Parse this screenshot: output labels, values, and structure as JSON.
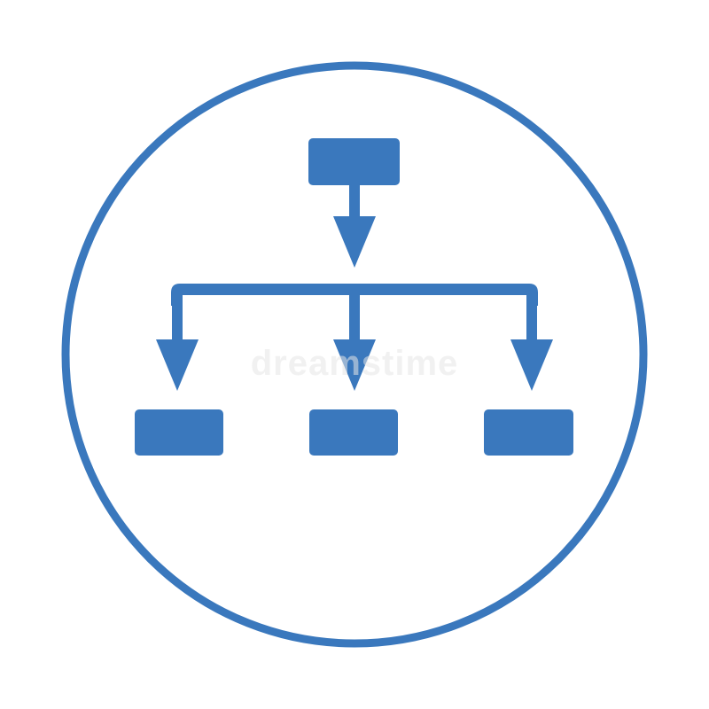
{
  "icon": {
    "name": "hierarchy-org-chart-icon",
    "color": "#3a78bd",
    "background": "#ffffff"
  },
  "diagram": {
    "root_node": "top-box",
    "children": [
      "left-box",
      "middle-box",
      "right-box"
    ]
  },
  "watermark": {
    "text": "dreamstime"
  }
}
